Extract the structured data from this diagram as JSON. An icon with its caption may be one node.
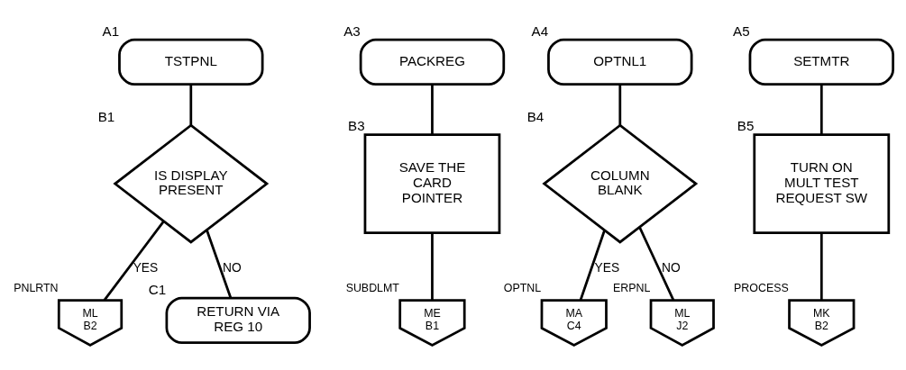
{
  "diagram": {
    "nodes": [
      {
        "text": [
          "TSTPNL"
        ],
        "beside": [
          "A1"
        ]
      },
      {
        "text": [
          "IS DISPLAY PRESENT"
        ],
        "beside": [
          "B1"
        ]
      },
      {
        "text": [
          "ML B2"
        ],
        "beside": [
          "PNLRTN"
        ]
      },
      {
        "text": [
          "RETURN VIA REG 10"
        ],
        "beside": [
          "C1"
        ]
      },
      {
        "text": [
          "PACKREG"
        ],
        "beside": [
          "A3"
        ]
      },
      {
        "text": [
          "SAVE THE CARD POINTER"
        ],
        "beside": [
          "B3"
        ]
      },
      {
        "text": [
          "ME B1"
        ],
        "beside": [
          "SUBDLMT"
        ]
      },
      {
        "text": [
          "OPTNL1"
        ],
        "beside": [
          "A4"
        ]
      },
      {
        "text": [
          "COLUMN BLANK"
        ],
        "beside": [
          "B4"
        ]
      },
      {
        "text": [
          "MA C4"
        ],
        "beside": [
          "OPTNL"
        ]
      },
      {
        "text": [
          "ML J2"
        ],
        "beside": [
          "ERPNL"
        ]
      },
      {
        "text": [
          "SETMTR"
        ],
        "beside": [
          "A5"
        ]
      },
      {
        "text": [
          "TURN ON MULT TEST REQUEST SW"
        ],
        "beside": [
          "B5"
        ]
      },
      {
        "text": [
          "MK B2"
        ],
        "beside": [
          "PROCESS"
        ]
      }
    ],
    "edges": [
      {
        "from": 0,
        "to": 1,
        "arrow": "none"
      },
      {
        "from": 1,
        "to": 2,
        "arrow": "none",
        "label": "YES"
      },
      {
        "from": 1,
        "to": 3,
        "arrow": "none",
        "label": "NO"
      },
      {
        "from": 4,
        "to": 5,
        "arrow": "none"
      },
      {
        "from": 5,
        "to": 6,
        "arrow": "none"
      },
      {
        "from": 7,
        "to": 8,
        "arrow": "none"
      },
      {
        "from": 8,
        "to": 9,
        "arrow": "none",
        "label": "YES"
      },
      {
        "from": 8,
        "to": 10,
        "arrow": "none",
        "label": "NO"
      },
      {
        "from": 11,
        "to": 12,
        "arrow": "none"
      },
      {
        "from": 12,
        "to": 13,
        "arrow": "none"
      }
    ]
  }
}
